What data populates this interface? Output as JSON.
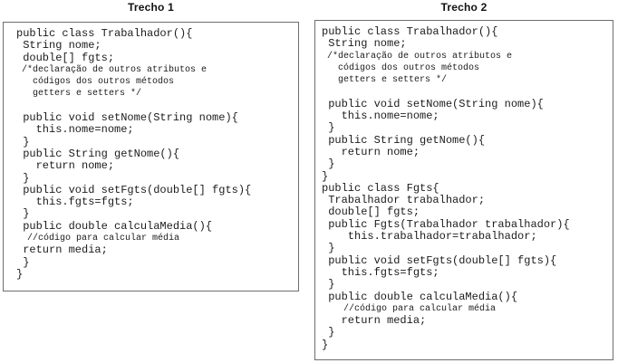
{
  "colors": {
    "page_background": "#ffffff",
    "box_border": "#6e6e6e",
    "code_text": "#1b1b1b",
    "heading_text": "#111111"
  },
  "panels": [
    {
      "title": "Trecho 1",
      "code_lines": [
        {
          "text": "public class Trabalhador(){"
        },
        {
          "text": " String nome;"
        },
        {
          "text": " double[] fgts;"
        },
        {
          "text": " /*declaração de outros atributos e",
          "comment": true
        },
        {
          "text": "   códigos dos outros métodos",
          "comment": true
        },
        {
          "text": "   getters e setters */",
          "comment": true
        },
        {
          "text": ""
        },
        {
          "text": " public void setNome(String nome){"
        },
        {
          "text": "   this.nome=nome;"
        },
        {
          "text": " }"
        },
        {
          "text": " public String getNome(){"
        },
        {
          "text": "   return nome;"
        },
        {
          "text": " }"
        },
        {
          "text": " public void setFgts(double[] fgts){"
        },
        {
          "text": "   this.fgts=fgts;"
        },
        {
          "text": " }"
        },
        {
          "text": " public double calculaMedia(){"
        },
        {
          "text": "  //código para calcular média",
          "comment": true
        },
        {
          "text": " return media;"
        },
        {
          "text": " }"
        },
        {
          "text": "}"
        }
      ]
    },
    {
      "title": "Trecho 2",
      "code_lines": [
        {
          "text": "public class Trabalhador(){"
        },
        {
          "text": " String nome;"
        },
        {
          "text": " /*declaração de outros atributos e",
          "comment": true
        },
        {
          "text": "   códigos dos outros métodos",
          "comment": true
        },
        {
          "text": "   getters e setters */",
          "comment": true
        },
        {
          "text": ""
        },
        {
          "text": " public void setNome(String nome){"
        },
        {
          "text": "   this.nome=nome;"
        },
        {
          "text": " }"
        },
        {
          "text": " public String getNome(){"
        },
        {
          "text": "   return nome;"
        },
        {
          "text": " }"
        },
        {
          "text": "}"
        },
        {
          "text": "public class Fgts{"
        },
        {
          "text": " Trabalhador trabalhador;"
        },
        {
          "text": " double[] fgts;"
        },
        {
          "text": " public Fgts(Trabalhador trabalhador){"
        },
        {
          "text": "    this.trabalhador=trabalhador;"
        },
        {
          "text": " }"
        },
        {
          "text": " public void setFgts(double[] fgts){"
        },
        {
          "text": "   this.fgts=fgts;"
        },
        {
          "text": " }"
        },
        {
          "text": " public double calculaMedia(){"
        },
        {
          "text": "    //código para calcular média",
          "comment": true
        },
        {
          "text": "   return media;"
        },
        {
          "text": " }"
        },
        {
          "text": "}"
        }
      ]
    }
  ]
}
